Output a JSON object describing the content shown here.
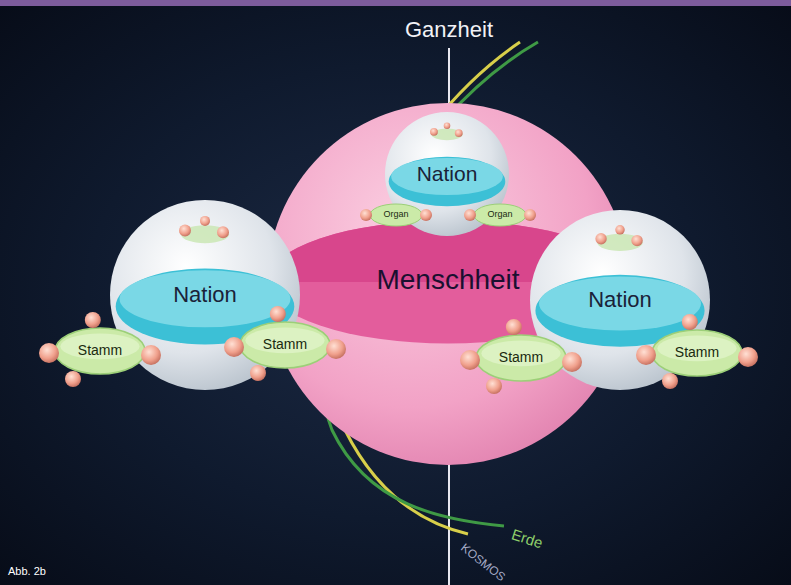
{
  "diagram": {
    "nodes": [
      {
        "text": [
          "Menschheit"
        ]
      },
      {
        "text": [
          "Nation"
        ],
        "in": 0
      },
      {
        "text": [
          "Organ"
        ],
        "in": 1
      },
      {
        "text": [
          "Organ"
        ],
        "in": 1
      },
      {
        "text": [
          "Nation"
        ]
      },
      {
        "text": [
          "Stamm"
        ],
        "in": 4
      },
      {
        "text": [
          "Stamm"
        ],
        "in": 4
      },
      {
        "text": [
          "Nation"
        ]
      },
      {
        "text": [
          "Stamm"
        ],
        "in": 7
      },
      {
        "text": [
          "Stamm"
        ],
        "in": 7
      }
    ],
    "labels": [
      "Ganzheit",
      "Erde",
      "KOSMOS",
      "Abb. 2b"
    ]
  }
}
